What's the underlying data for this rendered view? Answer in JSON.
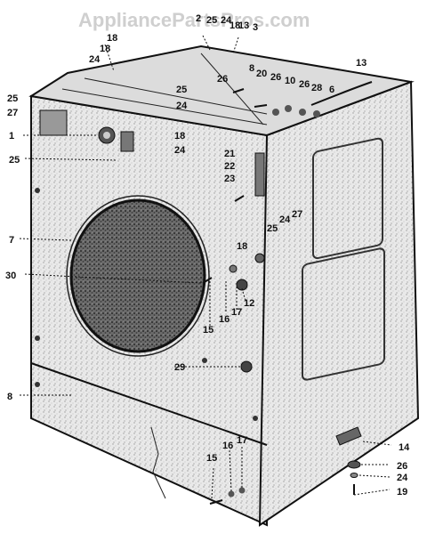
{
  "watermark": "AppliancePartsPros.com",
  "callouts": {
    "top_2": "2",
    "top_25": "25",
    "top_24": "24",
    "top_18": "18",
    "top_13": "13",
    "top_3": "3",
    "left_18a": "18",
    "left_18b": "18",
    "left_24": "24",
    "left_25": "25",
    "left_27": "27",
    "left_1": "1",
    "left_25b": "25",
    "left_7": "7",
    "left_30": "30",
    "left_8": "8",
    "mid_18": "18",
    "mid_24": "24",
    "mid_25": "25",
    "mid_24b": "24",
    "mid_26": "26",
    "mid_8": "8",
    "r_20": "20",
    "r_26": "26",
    "r_10": "10",
    "r_26b": "26",
    "r_28": "28",
    "r_6": "6",
    "r_13": "13",
    "r_21": "21",
    "r_22": "22",
    "r_23": "23",
    "r_27": "27",
    "r_24": "24",
    "r_25": "25",
    "r_18": "18",
    "b_16": "16",
    "b_17": "17",
    "b_12": "12",
    "b_15": "15",
    "b_29": "29",
    "bot_16": "16",
    "bot_17": "17",
    "bot_15": "15",
    "br_14": "14",
    "br_26": "26",
    "br_24": "24",
    "br_19": "19"
  }
}
